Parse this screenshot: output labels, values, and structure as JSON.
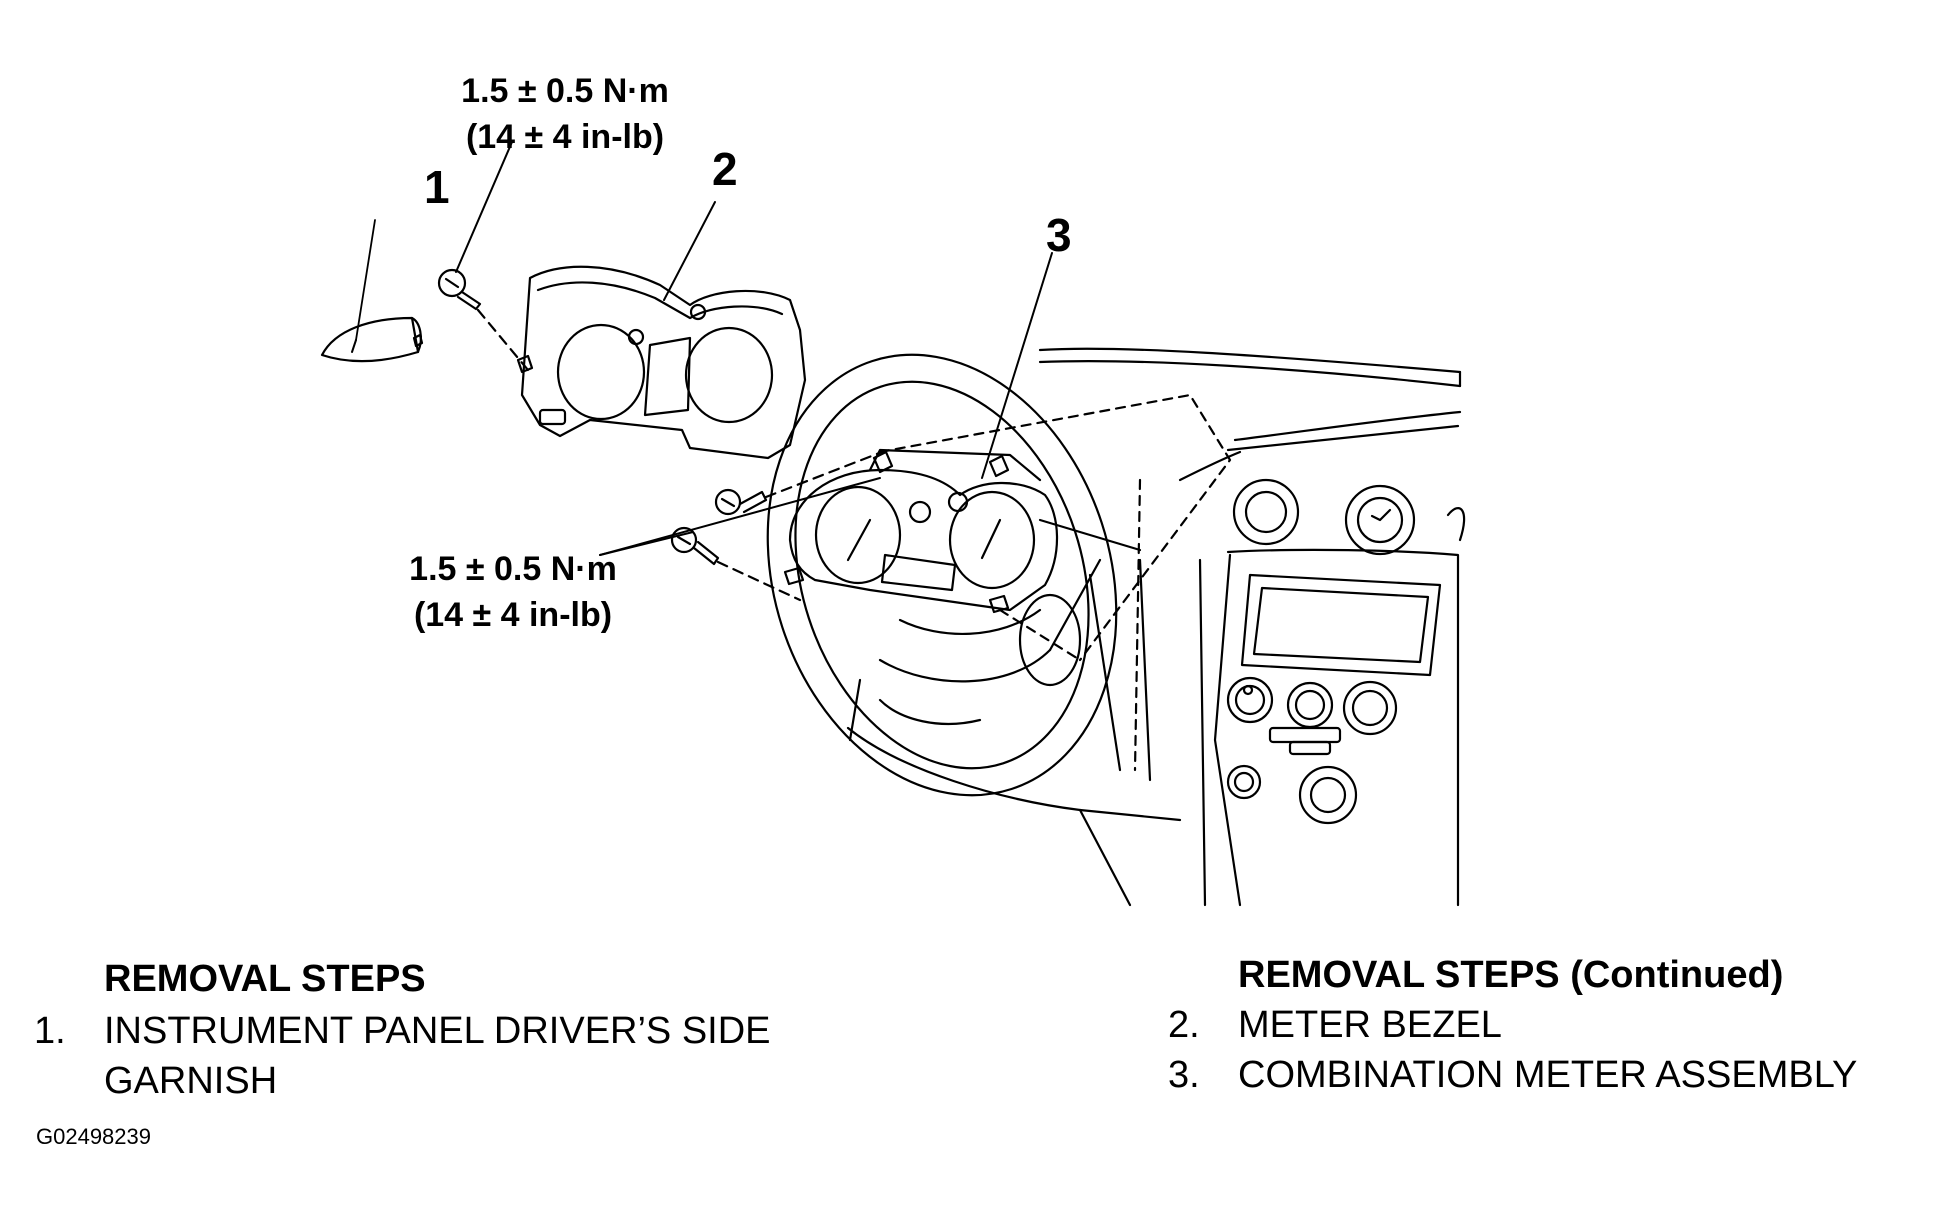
{
  "callouts": {
    "one": "1",
    "two": "2",
    "three": "3"
  },
  "torque_top": {
    "line1": "1.5 ± 0.5 N·m",
    "line2": "(14 ± 4 in-lb)"
  },
  "torque_mid": {
    "line1": "1.5 ± 0.5 N·m",
    "line2": "(14 ± 4 in-lb)"
  },
  "steps_left": {
    "title": "REMOVAL STEPS",
    "items": [
      {
        "num": "1.",
        "line1": "INSTRUMENT PANEL DRIVER’S SIDE",
        "line2": "GARNISH"
      }
    ]
  },
  "steps_right": {
    "title": "REMOVAL STEPS (Continued)",
    "items": [
      {
        "num": "2.",
        "text": "METER BEZEL"
      },
      {
        "num": "3.",
        "text": "COMBINATION METER ASSEMBLY"
      }
    ]
  },
  "figure_id": "G02498239"
}
